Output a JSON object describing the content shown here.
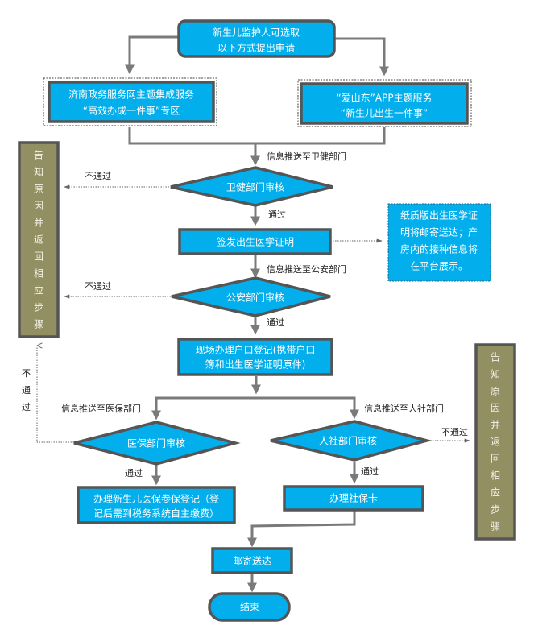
{
  "nodes": {
    "start": [
      "新生儿监护人可选取",
      "以下方式提出申请"
    ],
    "option_left": [
      "济南政务服务网主题集成服务",
      "“高效办成一件事”专区"
    ],
    "option_right": [
      "“爱山东”APP主题服务",
      "“新生儿出生一件事”"
    ],
    "health_review": "卫健部门审核",
    "issue_certificate": "签发出生医学证明",
    "note_paper": [
      "纸质版出生医学证",
      "明将邮寄送达；产",
      "房内的接种信息将",
      "在平台展示。"
    ],
    "police_review": "公安部门审核",
    "household_registration": [
      "现场办理户口登记(携带户口",
      "簿和出生医学证明原件)"
    ],
    "medical_review": "医保部门审核",
    "social_review": "人社部门审核",
    "medical_enroll": [
      "办理新生儿医保参保登记（登",
      "记后需到税务系统自主缴费）"
    ],
    "social_card": "办理社保卡",
    "mail_delivery": "邮寄送达",
    "end": "结束",
    "reject_left": [
      "告",
      "知",
      "原",
      "因",
      "并",
      "返",
      "回",
      "相",
      "应",
      "步",
      "骤"
    ],
    "reject_right": [
      "告",
      "知",
      "原",
      "因",
      "并",
      "返",
      "回",
      "相",
      "应",
      "步",
      "骤"
    ]
  },
  "labels": {
    "push_health": "信息推送至卫健部门",
    "push_police": "信息推送至公安部门",
    "push_medical": "信息推送至医保部门",
    "push_social": "信息推送至人社部门",
    "pass": "通过",
    "fail": "不通过",
    "fail_vertical": [
      "不",
      "通",
      "过"
    ]
  },
  "colors": {
    "node_fill": "#03aeec",
    "node_border": "#555555",
    "reject_fill": "#928f63",
    "connector": "#7a7a7a"
  }
}
